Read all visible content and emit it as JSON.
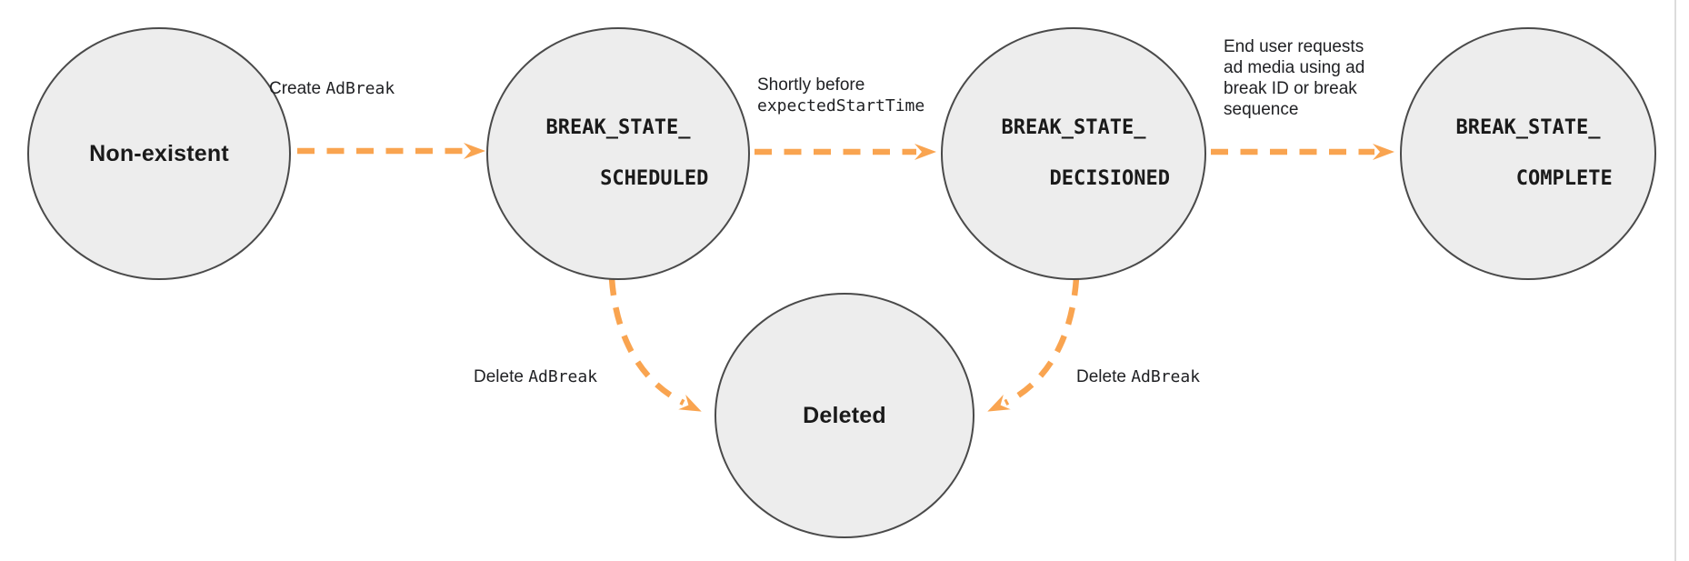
{
  "colors": {
    "arrow_orange": "#f9a450",
    "node_fill": "#ededed",
    "node_border": "#4a4a4a",
    "text": "#202124"
  },
  "nodes": {
    "non_existent": {
      "label": "Non-existent"
    },
    "scheduled": {
      "line1": "BREAK_STATE_",
      "line2": "SCHEDULED"
    },
    "decisioned": {
      "line1": "BREAK_STATE_",
      "line2": "DECISIONED"
    },
    "complete": {
      "line1": "BREAK_STATE_",
      "line2": "COMPLETE"
    },
    "deleted": {
      "label": "Deleted"
    }
  },
  "edges": {
    "create": {
      "prefix": "Create ",
      "code": "AdBreak"
    },
    "shortly": {
      "line1": "Shortly before",
      "line2_code": "expectedStartTime"
    },
    "end_user": {
      "line1": "End user requests",
      "line2": "ad media using ad",
      "line3": "break ID or break",
      "line4": "sequence"
    },
    "delete_left": {
      "prefix": "Delete ",
      "code": "AdBreak"
    },
    "delete_right": {
      "prefix": "Delete ",
      "code": "AdBreak"
    }
  }
}
